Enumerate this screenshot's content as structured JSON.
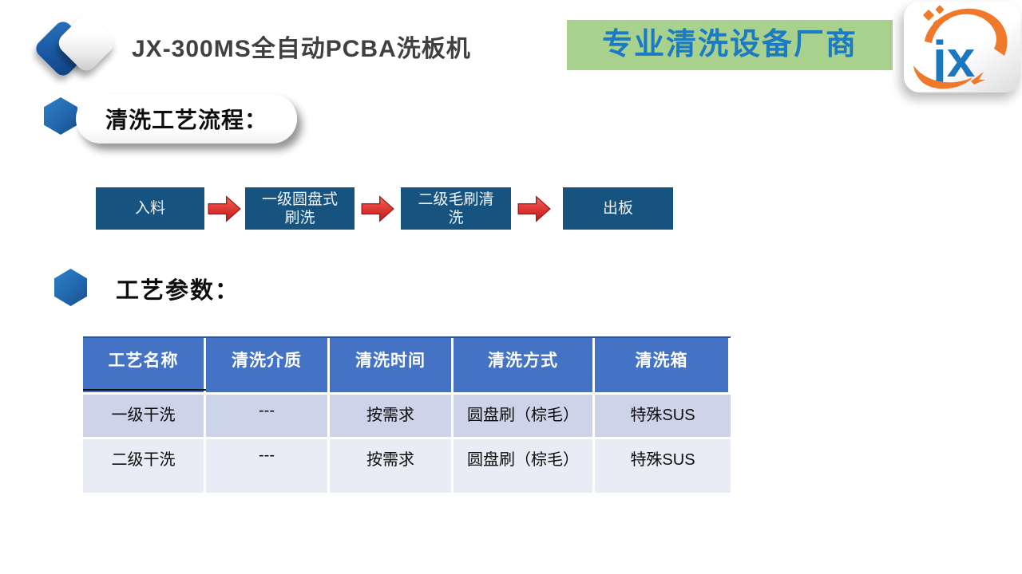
{
  "header": {
    "title": "JX-300MS全自动PCBA洗板机",
    "banner": "专业清洗设备厂商",
    "logo_text": "jx"
  },
  "sections": {
    "flow_heading": "清洗工艺流程：",
    "params_heading": "工艺参数："
  },
  "flow": {
    "steps": [
      "入料",
      "一级圆盘式\n刷洗",
      "二级毛刷清\n洗",
      "出板"
    ],
    "box_color": "#17537F",
    "arrow_color": "#D32F2F"
  },
  "table": {
    "headers": [
      "工艺名称",
      "清洗介质",
      "清洗时间",
      "清洗方式",
      "清洗箱"
    ],
    "rows": [
      [
        "一级干洗",
        "---",
        "按需求",
        "圆盘刷（棕毛）",
        "特殊SUS"
      ],
      [
        "二级干洗",
        "---",
        "按需求",
        "圆盘刷（棕毛）",
        "特殊SUS"
      ]
    ],
    "header_bg": "#4472C4",
    "row_odd_bg": "#CDD3E9",
    "row_even_bg": "#E9EBF5"
  },
  "icons": {
    "back_icon": "back-chevron-diamond",
    "bullet_icon": "hexagon-bullet",
    "arrow_icon": "right-block-arrow",
    "logo_icon": "jx-orange-swoosh-logo"
  },
  "colors": {
    "banner_bg": "#A9D18E",
    "banner_text": "#1A7AC2",
    "title_text": "#404040",
    "logo_blue": "#1B78BE",
    "logo_orange": "#F0782A"
  }
}
